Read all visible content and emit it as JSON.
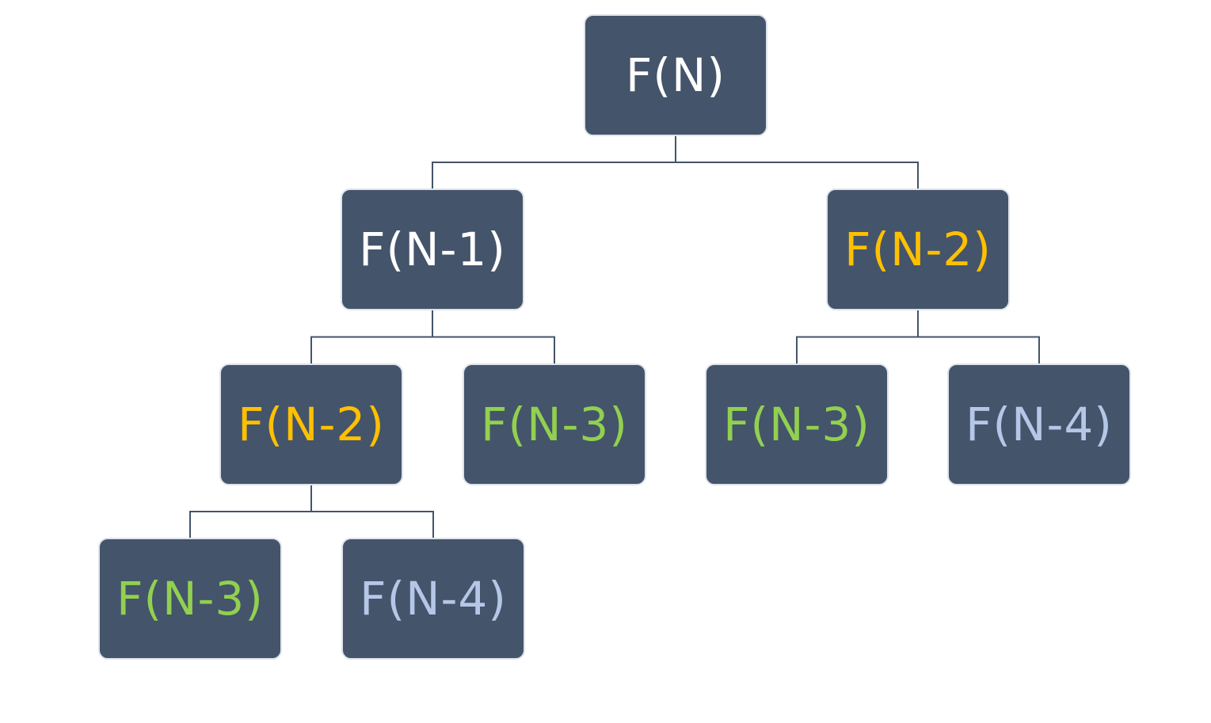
{
  "colors": {
    "node_fill": "#44546a",
    "node_border": "#dfe3ea",
    "connector": "#44546a",
    "white": "#ffffff",
    "orange": "#ffc000",
    "green": "#92d050",
    "light_blue": "#b4c7e7"
  },
  "tree": {
    "root": {
      "label": "F(N)",
      "color": "#ffffff"
    },
    "l": {
      "label": "F(N-1)",
      "color": "#ffffff"
    },
    "r": {
      "label": "F(N-2)",
      "color": "#ffc000"
    },
    "ll": {
      "label": "F(N-2)",
      "color": "#ffc000"
    },
    "lr": {
      "label": "F(N-3)",
      "color": "#92d050"
    },
    "rl": {
      "label": "F(N-3)",
      "color": "#92d050"
    },
    "rr": {
      "label": "F(N-4)",
      "color": "#b4c7e7"
    },
    "lll": {
      "label": "F(N-3)",
      "color": "#92d050"
    },
    "llr": {
      "label": "F(N-4)",
      "color": "#b4c7e7"
    }
  },
  "edges": [
    [
      "root",
      "l"
    ],
    [
      "root",
      "r"
    ],
    [
      "l",
      "ll"
    ],
    [
      "l",
      "lr"
    ],
    [
      "r",
      "rl"
    ],
    [
      "r",
      "rr"
    ],
    [
      "ll",
      "lll"
    ],
    [
      "ll",
      "llr"
    ]
  ]
}
